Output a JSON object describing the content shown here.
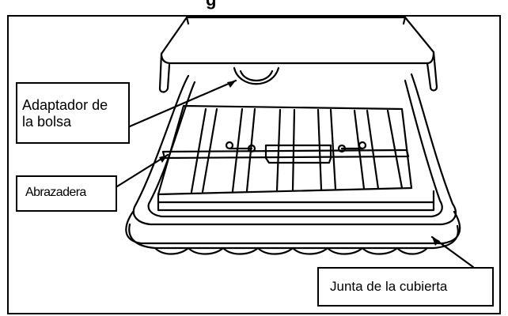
{
  "figure_title_fragment": "g",
  "labels": {
    "bag_adapter_line1": "Adaptador de",
    "bag_adapter_line2": "la bolsa",
    "clamp": "Abrazadera",
    "cover_gasket": "Junta de la cubierta"
  },
  "colors": {
    "ink": "#000000",
    "paper": "#ffffff"
  }
}
